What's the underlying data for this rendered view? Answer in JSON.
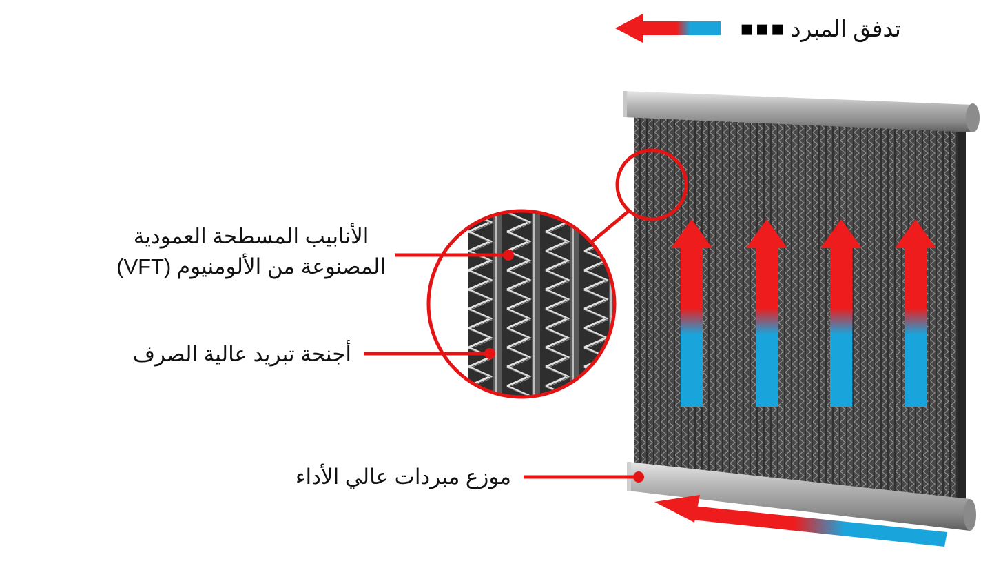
{
  "legend": {
    "label": "تدفق المبرد",
    "dots": "▪▪▪",
    "colors": {
      "hot": "#ee1c1c",
      "cold": "#19a5dc"
    }
  },
  "callouts": {
    "vft_line1": "الأنابيب المسطحة العمودية",
    "vft_line2": "المصنوعة من الألومنيوم (VFT)",
    "fins": "أجنحة تبريد عالية الصرف",
    "distributor": "موزع مبردات عالي الأداء"
  },
  "colors": {
    "accent": "#e41414",
    "core": "#4a4a4a",
    "manifold": "#9a9a9a"
  }
}
